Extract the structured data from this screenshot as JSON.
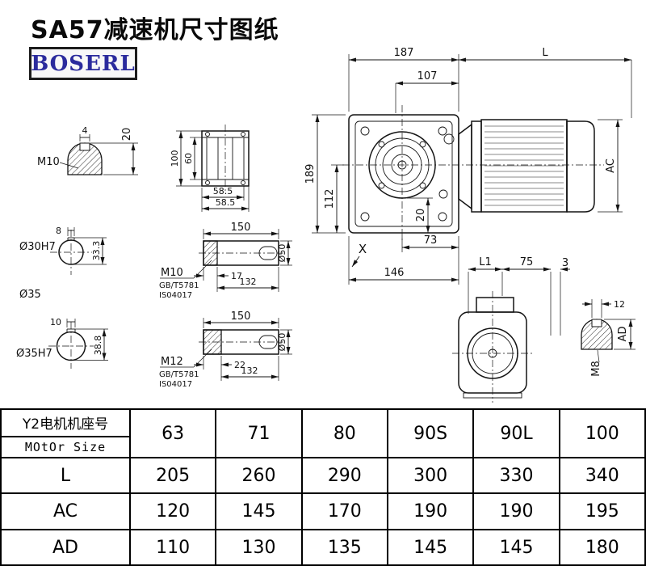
{
  "page": {
    "title": "SA57减速机尺寸图纸",
    "brand": "BOSERL"
  },
  "drawing": {
    "main_view": {
      "width_housing": "187",
      "motor_length": "L",
      "width_flange": "107",
      "height_total": "189",
      "height_center": "112",
      "depth_plug": "20",
      "width_half": "73",
      "width_base": "146",
      "section_mark": "X",
      "motor_dia": "AC"
    },
    "key_section_top": {
      "tap": "M10",
      "key_height": "4",
      "width": "20"
    },
    "flange_detail": {
      "height_outer": "100",
      "height_inner": "60",
      "width_a": "58.5",
      "width_b": "58.5"
    },
    "bore_detail_small": {
      "key_width": "8",
      "bore": "Ø30H7",
      "key_depth": "33.3",
      "shaft_dia": "Ø35"
    },
    "bore_detail_large": {
      "key_width": "10",
      "bore": "Ø35H7",
      "key_depth": "38.8"
    },
    "shaft_detail_small": {
      "length": "150",
      "tap": "M10",
      "standard_1": "GB/T5781",
      "standard_2": "IS04017",
      "thread_len": "17",
      "body_len": "132",
      "dia": "Ø50"
    },
    "shaft_detail_large": {
      "length": "150",
      "tap": "M12",
      "standard_1": "GB/T5781",
      "standard_2": "IS04017",
      "thread_len": "22",
      "body_len": "132",
      "dia": "Ø50"
    },
    "motor_end_view": {
      "dim_l1": "L1",
      "dim_75": "75",
      "dim_3": "3"
    },
    "key_section_side": {
      "key_width": "12",
      "tap": "M8",
      "motor_height": "AD"
    }
  },
  "table": {
    "header": {
      "label_cn": "Y2电机机座号",
      "label_en": "MOtOr Size",
      "values": [
        "63",
        "71",
        "80",
        "90S",
        "90L",
        "100"
      ]
    },
    "rows": [
      {
        "label": "L",
        "values": [
          "205",
          "260",
          "290",
          "300",
          "330",
          "340"
        ]
      },
      {
        "label": "AC",
        "values": [
          "120",
          "145",
          "170",
          "190",
          "190",
          "195"
        ]
      },
      {
        "label": "AD",
        "values": [
          "110",
          "130",
          "135",
          "145",
          "145",
          "180"
        ]
      }
    ]
  }
}
